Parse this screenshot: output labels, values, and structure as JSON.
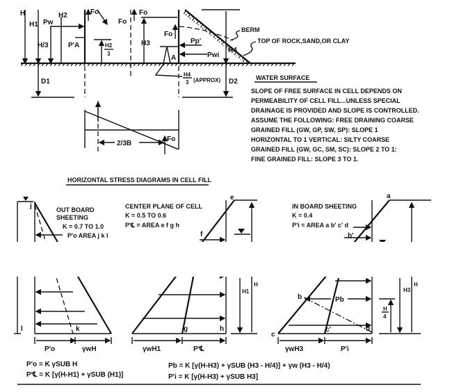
{
  "section_view": {
    "labels": {
      "H": "H",
      "H1": "H1",
      "H2": "H2",
      "H_3": "H/3",
      "Pw": "Pw",
      "PA": "P'A",
      "F0": "Fo",
      "H2_3_num": "H2",
      "H2_3_den": "3",
      "H3": "H3",
      "A": "A",
      "Pp": "Pp'",
      "Pwi": "Pwi",
      "H4": "H4",
      "D1": "D1",
      "D2": "D2",
      "H4_3_num": "H4",
      "H4_3_den": "3",
      "approx": "(APPROX)",
      "berm": "BERM",
      "top_of_rock": "TOP OF ROCK,SAND,OR CLAY"
    }
  },
  "base_diagram": {
    "dimension": "2/3B",
    "force": "Fo"
  },
  "water_surface": {
    "title": "WATER SURFACE",
    "lines": [
      "SLOPE OF FREE SURFACE IN CELL DEPENDS ON",
      "PERMEABILITY OF CELL FILL...UNLESS SPECIAL",
      "DRAINAGE IS PROVIDED AND SLOPE IS CONTROLLED.",
      "ASSUME THE FOLLOWING: FREE DRAINING COARSE",
      "GRAINED FILL (GW, GP, SW, SP): SLOPE 1",
      "HORIZONTAL TO 1 VERTICAL: SILTY COARSE",
      "GRAINED FILL (GW, GC, SM, SC): SLOPE 2 TO 1:",
      "FINE GRAINED FILL: SLOPE 3 TO 1."
    ]
  },
  "stress_diagrams": {
    "title": "HORIZONTAL STRESS DIAGRAMS IN CELL FILL",
    "outboard": {
      "title1": "OUT BOARD",
      "title2": "SHEETING",
      "k": "K = 0.7 TO 1.0",
      "area": "P'o AREA j k l",
      "pts": [
        "j",
        "k",
        "l"
      ],
      "base_left": "P'o",
      "base_right": "γwH",
      "formula": "P'o = K γSUB H"
    },
    "center": {
      "title": "CENTER PLANE OF CELL",
      "k": "K = 0.5 TO 0.6",
      "area": "P'℄ = AREA e f g h",
      "pts": [
        "e",
        "f",
        "g",
        "h"
      ],
      "base_left": "γwH1",
      "base_right": "P'℄",
      "H1": "H1",
      "H": "H",
      "formula": "P'℄ = K [γ(H-H1) + γSUB (H1)]"
    },
    "inboard": {
      "title": "IN BOARD SHEETING",
      "k": "K = 0.4",
      "area": "P'i = AREA a b' c' d",
      "pts": [
        "a",
        "b'",
        "b",
        "c",
        "c'",
        "d"
      ],
      "pb": "Pb",
      "H3": "H3",
      "H": "H",
      "H4_num": "H",
      "H4_den": "4",
      "base_left": "γwH3",
      "base_right": "P'i",
      "formula_pb": "Pb = K [γ(H-H3) + γSUB (H3 - H/4)] + γw (H3 - H/4)",
      "formula_pi": "P'i = K [γ(H-H3) + γSUB H3]"
    }
  }
}
